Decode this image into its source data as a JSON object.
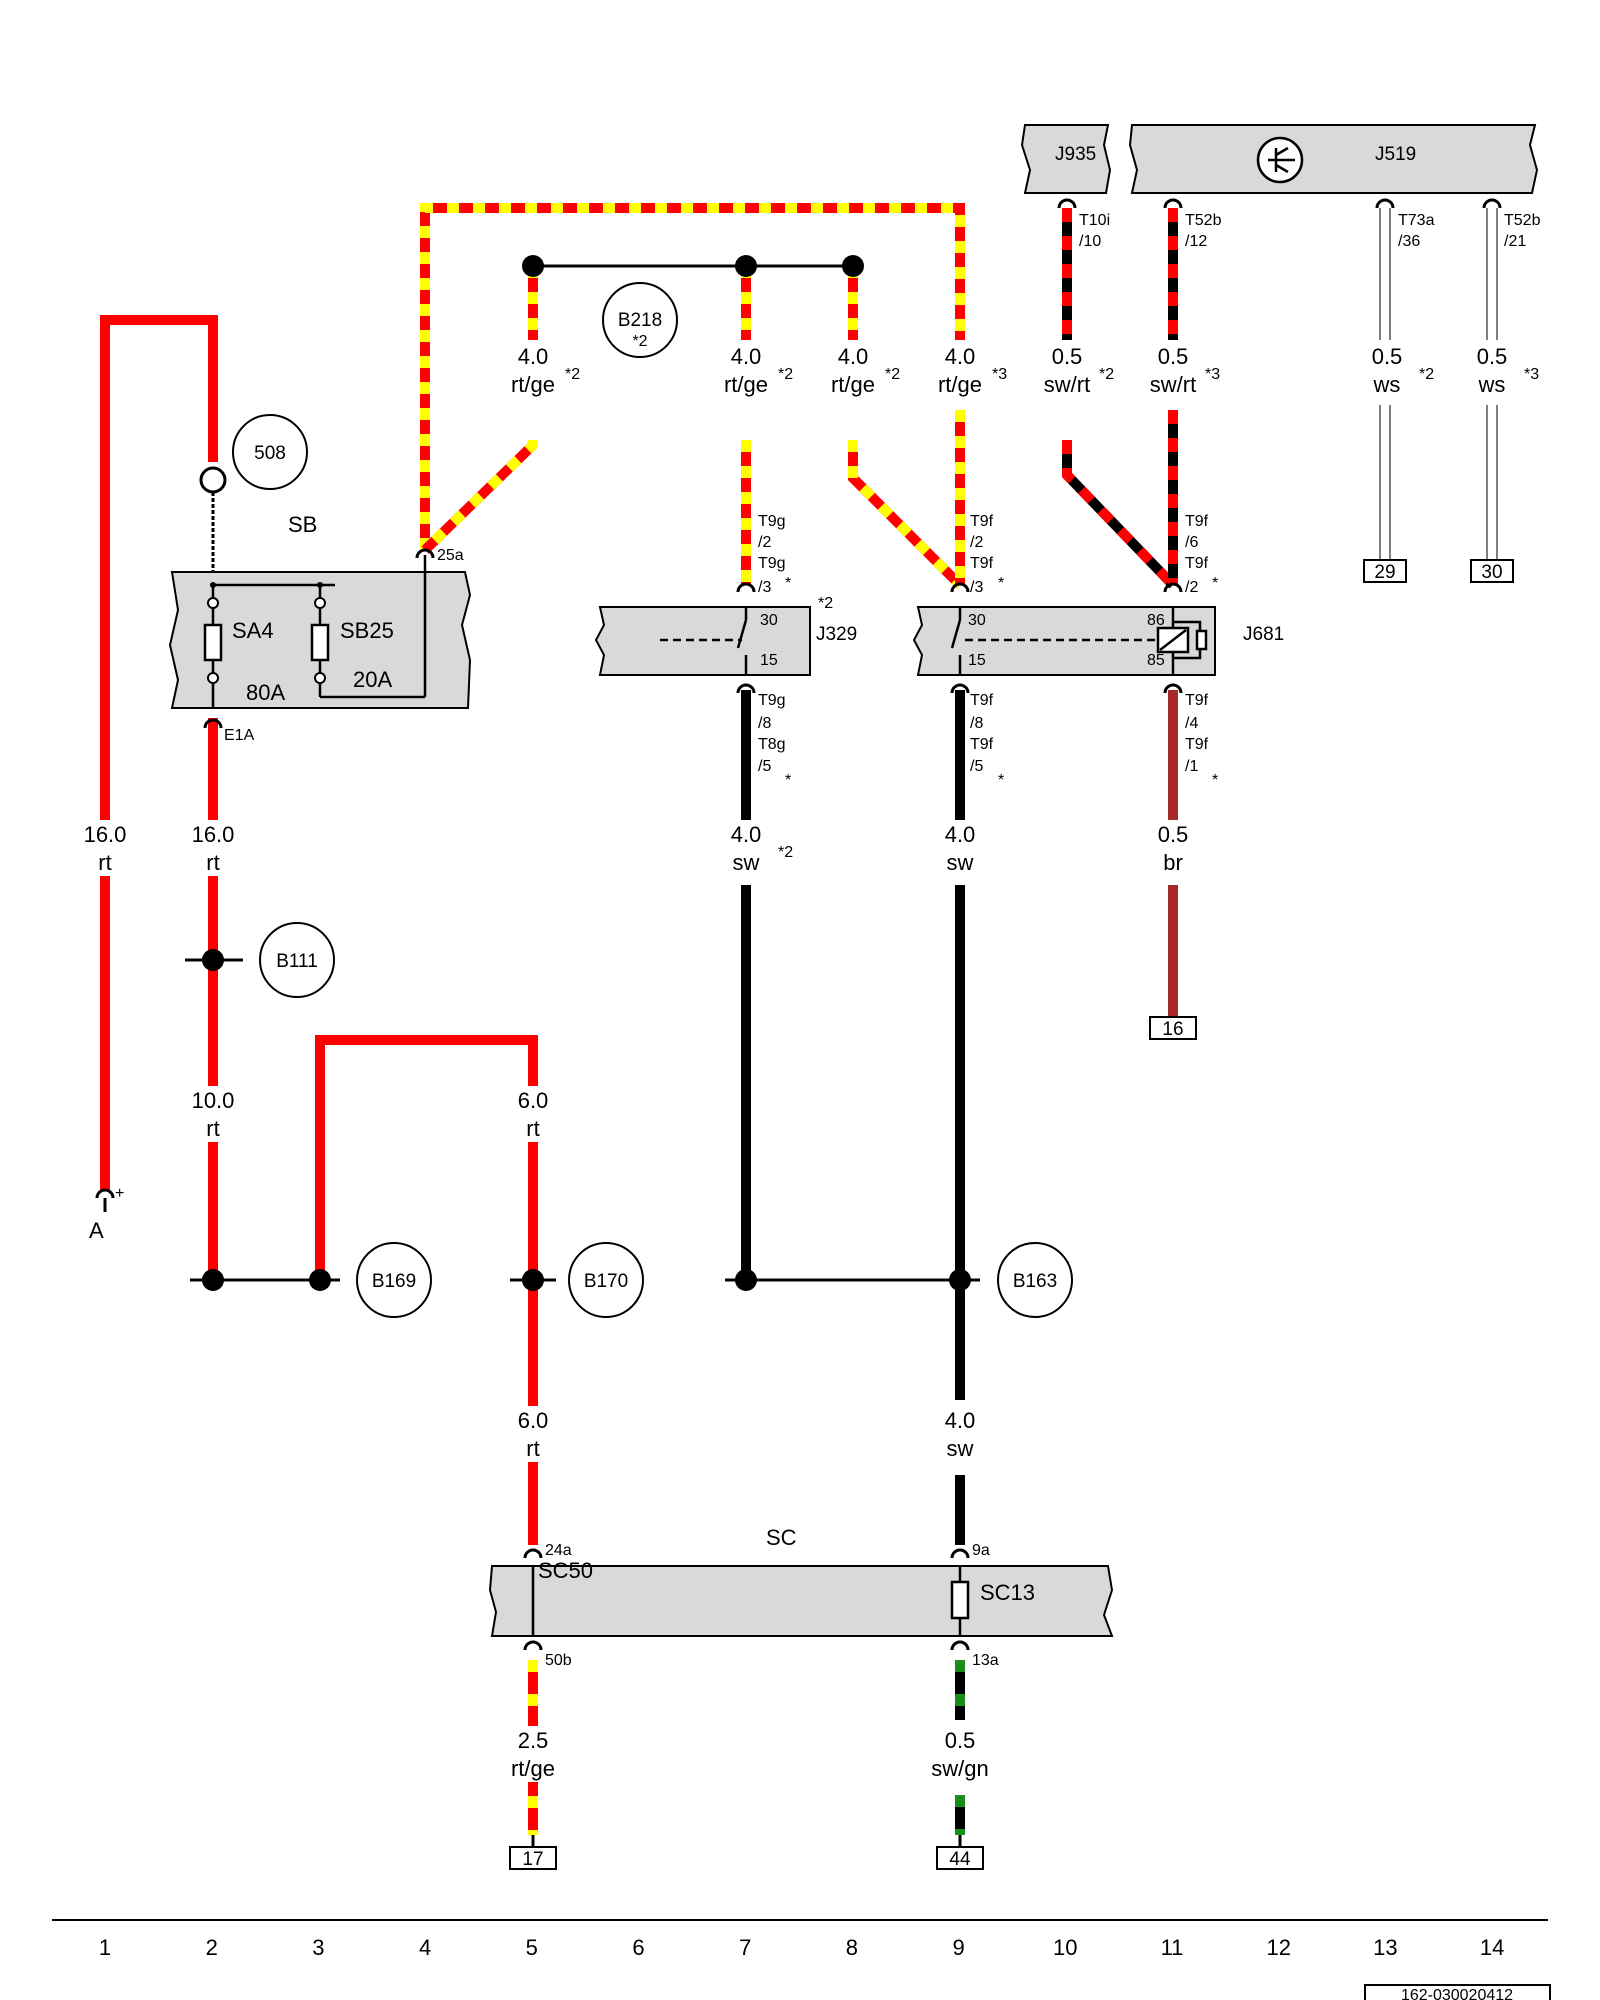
{
  "components": {
    "sb": "SB",
    "sc": "SC",
    "j935": "J935",
    "j519": "J519",
    "j329": "J329",
    "j681": "J681",
    "sa4": "SA4",
    "sb25": "SB25",
    "sc13": "SC13",
    "sc50": "SC50",
    "fuse_80a": "80A",
    "fuse_20a": "20A"
  },
  "circles": {
    "c508": "508",
    "b218": "B218",
    "b218_note": "*2",
    "b111": "B111",
    "b169": "B169",
    "b170": "B170",
    "b163": "B163"
  },
  "wires": [
    {
      "id": "w-c1",
      "size": "16.0",
      "color": "rt",
      "note": ""
    },
    {
      "id": "w-c2",
      "size": "16.0",
      "color": "rt",
      "note": ""
    },
    {
      "id": "w-c2b",
      "size": "10.0",
      "color": "rt",
      "note": ""
    },
    {
      "id": "w-c5a",
      "size": "4.0",
      "color": "rt/ge",
      "note": "*2"
    },
    {
      "id": "w-c5b",
      "size": "6.0",
      "color": "rt",
      "note": ""
    },
    {
      "id": "w-c5c",
      "size": "6.0",
      "color": "rt",
      "note": ""
    },
    {
      "id": "w-c5d",
      "size": "2.5",
      "color": "rt/ge",
      "note": ""
    },
    {
      "id": "w-c7a",
      "size": "4.0",
      "color": "rt/ge",
      "note": "*2"
    },
    {
      "id": "w-c7b",
      "size": "4.0",
      "color": "sw",
      "note": "*2"
    },
    {
      "id": "w-c8",
      "size": "4.0",
      "color": "rt/ge",
      "note": "*2"
    },
    {
      "id": "w-c9a",
      "size": "4.0",
      "color": "rt/ge",
      "note": "*3"
    },
    {
      "id": "w-c9b",
      "size": "4.0",
      "color": "sw",
      "note": ""
    },
    {
      "id": "w-c9c",
      "size": "4.0",
      "color": "sw",
      "note": ""
    },
    {
      "id": "w-c9d",
      "size": "0.5",
      "color": "sw/gn",
      "note": ""
    },
    {
      "id": "w-c10",
      "size": "0.5",
      "color": "sw/rt",
      "note": "*2"
    },
    {
      "id": "w-c11a",
      "size": "0.5",
      "color": "sw/rt",
      "note": "*3"
    },
    {
      "id": "w-c11b",
      "size": "0.5",
      "color": "br",
      "note": ""
    },
    {
      "id": "w-c13",
      "size": "0.5",
      "color": "ws",
      "note": "*2"
    },
    {
      "id": "w-c14",
      "size": "0.5",
      "color": "ws",
      "note": "*3"
    }
  ],
  "pins": {
    "e1a": "E1A",
    "p25a": "25a",
    "t10i_a": "T10i",
    "t10i_b": "/10",
    "t52b12_a": "T52b",
    "t52b12_b": "/12",
    "t73a_a": "T73a",
    "t73a_b": "/36",
    "t52b21_a": "T52b",
    "t52b21_b": "/21",
    "j329_in_a": "T9g",
    "j329_in_b": "/2",
    "j329_in_c": "T9g",
    "j329_in_d": "/3",
    "j329_in_star": "*",
    "j329_note": "*2",
    "j329_t30": "30",
    "j329_t15": "15",
    "j329_out_a": "T9g",
    "j329_out_b": "/8",
    "j329_out_c": "T8g",
    "j329_out_d": "/5",
    "j329_out_star": "*",
    "j681_in_a": "T9f",
    "j681_in_b": "/2",
    "j681_in_c": "T9f",
    "j681_in_d": "/3",
    "j681_in_star": "*",
    "j681_t30": "30",
    "j681_t15": "15",
    "j681_t86": "86",
    "j681_t85": "85",
    "j681_coil_a": "T9f",
    "j681_coil_b": "/6",
    "j681_coil_c": "T9f",
    "j681_coil_d": "/2",
    "j681_coil_star": "*",
    "j681_out_a": "T9f",
    "j681_out_b": "/8",
    "j681_out_c": "T9f",
    "j681_out_d": "/5",
    "j681_out_star": "*",
    "j681_cout_a": "T9f",
    "j681_cout_b": "/4",
    "j681_cout_c": "T9f",
    "j681_cout_d": "/1",
    "j681_cout_star": "*",
    "p24a": "24a",
    "p9a": "9a",
    "p50b": "50b",
    "p13a": "13a",
    "a_label": "A",
    "a_plus": "+"
  },
  "refs": {
    "r29": "29",
    "r30": "30",
    "r16": "16",
    "r17": "17",
    "r44": "44"
  },
  "columns": [
    "1",
    "2",
    "3",
    "4",
    "5",
    "6",
    "7",
    "8",
    "9",
    "10",
    "11",
    "12",
    "13",
    "14"
  ],
  "doc_id": "162-030020412",
  "colors": {
    "red": "#ff0000",
    "yellow": "#ffff00",
    "black": "#000000",
    "green": "#1a8c1a",
    "brown": "#a52a2a",
    "housing": "#d9d9d9"
  }
}
